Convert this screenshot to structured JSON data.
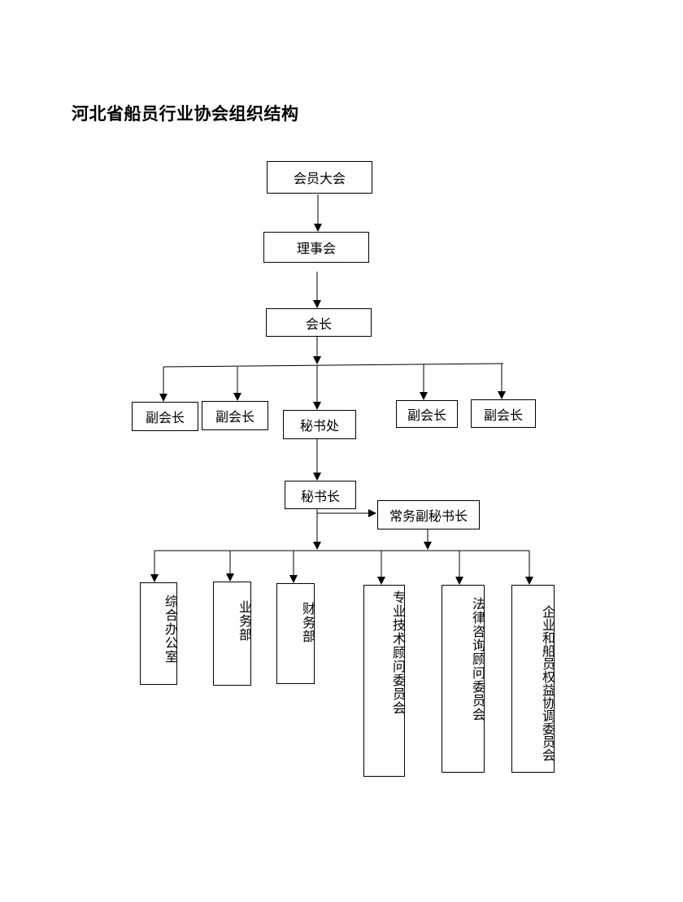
{
  "title": "河北省船员行业协会组织结构",
  "nodes": {
    "general_assembly": "会员大会",
    "council": "理事会",
    "president": "会长",
    "vice_president_1": "副会长",
    "vice_president_2": "副会长",
    "secretariat": "秘书处",
    "vice_president_3": "副会长",
    "vice_president_4": "副会长",
    "secretary_general": "秘书长",
    "exec_deputy_secretary_general": "常务副秘书长",
    "general_office": "综合办公室",
    "business_dept": "业务部",
    "finance_dept": "财务部",
    "tech_advisory_committee": "专业技术顾问委员会",
    "legal_advisory_committee": "法律咨询顾问委员会",
    "rights_coordination_committee": "企业和船员权益协调委员会"
  }
}
